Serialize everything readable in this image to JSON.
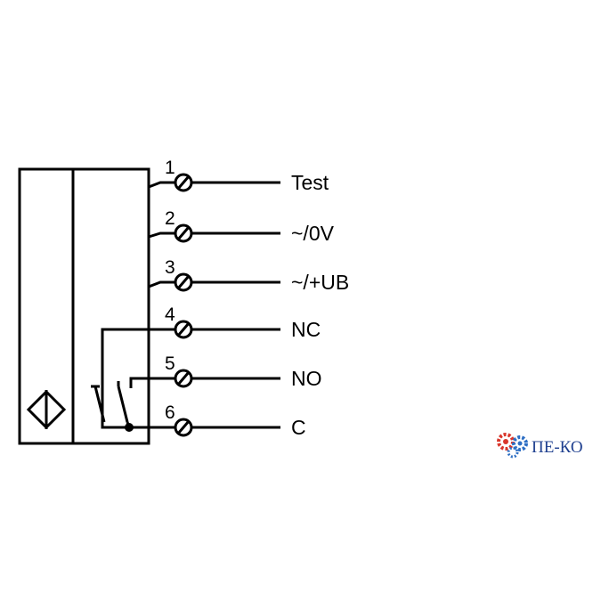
{
  "terminals": [
    {
      "number": "1",
      "label": "Test"
    },
    {
      "number": "2",
      "label": "~/0V"
    },
    {
      "number": "3",
      "label": "~/+UB"
    },
    {
      "number": "4",
      "label": "NC"
    },
    {
      "number": "5",
      "label": "NO"
    },
    {
      "number": "6",
      "label": "C"
    }
  ],
  "logo": {
    "text": "ПЕ-КО",
    "colors": {
      "text": "#1e3f8f",
      "gear_red": "#d9362b",
      "gear_blue": "#2e6fc4"
    }
  }
}
